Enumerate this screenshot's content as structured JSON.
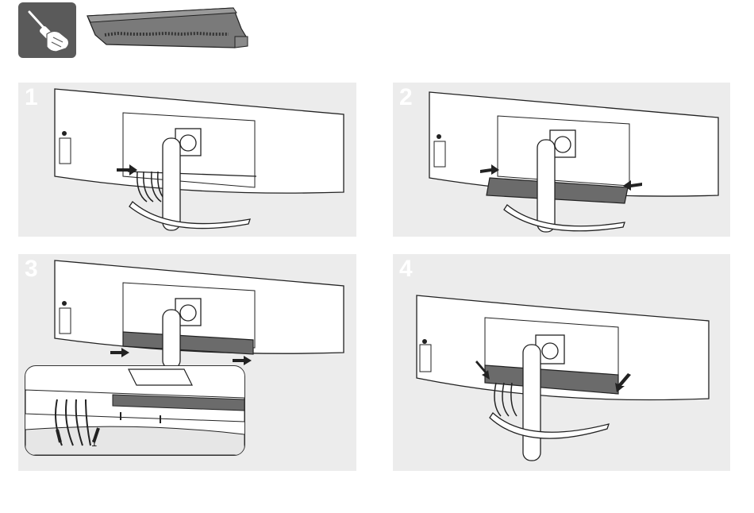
{
  "header": {
    "tool_icon": "screwdriver-hand-icon",
    "part_icon": "cable-cover-icon"
  },
  "steps": [
    {
      "number": "1",
      "illustration": "monitor-rear-cables-exposed"
    },
    {
      "number": "2",
      "illustration": "monitor-rear-cover-aligned"
    },
    {
      "number": "3",
      "illustration": "monitor-rear-cover-pressed",
      "callout_label": "1"
    },
    {
      "number": "4",
      "illustration": "monitor-rear-cover-attached"
    }
  ],
  "colors": {
    "panel_bg": "#ececec",
    "badge_bg": "#5a5a5a",
    "cover_gray": "#6b6b6b",
    "line": "#222222"
  }
}
